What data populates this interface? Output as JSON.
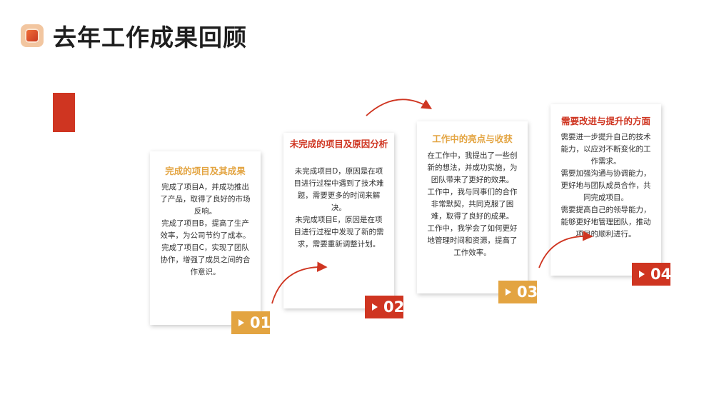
{
  "header": {
    "title": "去年工作成果回顾"
  },
  "colors": {
    "red": "#cf3521",
    "gold": "#e3a441"
  },
  "cards": [
    {
      "heading": "完成的项目及其成果",
      "lines": [
        "完成了项目A，并成功推出了产品，取得了良好的市场反响。",
        "完成了项目B，提高了生产效率，为公司节约了成本。",
        "完成了项目C，实现了团队协作，增强了成员之间的合作意识。"
      ],
      "badge": "01"
    },
    {
      "heading": "未完成的项目及原因分析",
      "lines": [
        "未完成项目D，原因是在项目进行过程中遇到了技术难题，需要更多的时间来解决。",
        "未完成项目E，原因是在项目进行过程中发现了新的需求，需要重新调整计划。"
      ],
      "badge": "02"
    },
    {
      "heading": "工作中的亮点与收获",
      "lines": [
        "在工作中，我提出了一些创新的想法，并成功实施，为团队带来了更好的效果。",
        "工作中，我与同事们的合作非常默契，共同克服了困难，取得了良好的成果。",
        "工作中，我学会了如何更好地管理时间和资源，提高了工作效率。"
      ],
      "badge": "03"
    },
    {
      "heading": "需要改进与提升的方面",
      "lines": [
        "需要进一步提升自己的技术能力，以应对不断变化的工作需求。",
        "需要加强沟通与协调能力，更好地与团队成员合作，共同完成项目。",
        "需要提高自己的领导能力，能够更好地管理团队，推动项目的顺利进行。"
      ],
      "badge": "04"
    }
  ]
}
